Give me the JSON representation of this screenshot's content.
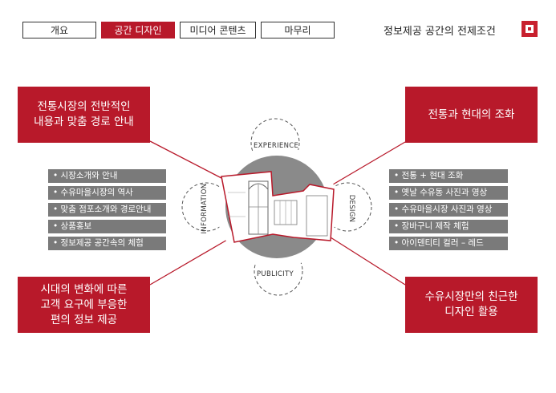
{
  "nav": {
    "tabs": [
      {
        "label": "개요",
        "active": false
      },
      {
        "label": "공간 디자인",
        "active": true
      },
      {
        "label": "미디어 콘텐츠",
        "active": false
      },
      {
        "label": "마무리",
        "active": false
      }
    ]
  },
  "page_title": "정보제공 공간의 전제조건",
  "boxes": {
    "top_left": "전통시장의 전반적인\n내용과 맞춤 경로 안내",
    "top_right": "전통과 현대의 조화",
    "bottom_left": "시대의 변화에 따른\n고객 요구에 부응한\n편의 정보 제공",
    "bottom_right": "수유시장만의 친근한\n디자인 활용"
  },
  "left_list": [
    "시장소개와 안내",
    "수유마을시장의 역사",
    "맞춤 점포소개와 경로안내",
    "상품홍보",
    "정보제공 공간속의 체험"
  ],
  "right_list": [
    "전통 + 현대 조화",
    "옛날 수유동 사진과 영상",
    "수유마을시장 사진과 영상",
    "장바구니 제작 체험",
    "아이덴티티 컬러 – 레드"
  ],
  "arcs": {
    "top": "EXPERIENCE",
    "left": "INFORMATION",
    "right": "DESIGN",
    "bottom": "PUBLICITY"
  },
  "colors": {
    "accent": "#b8192a",
    "list_bg": "#7a7a7a",
    "circle": "#8a8a8a"
  }
}
